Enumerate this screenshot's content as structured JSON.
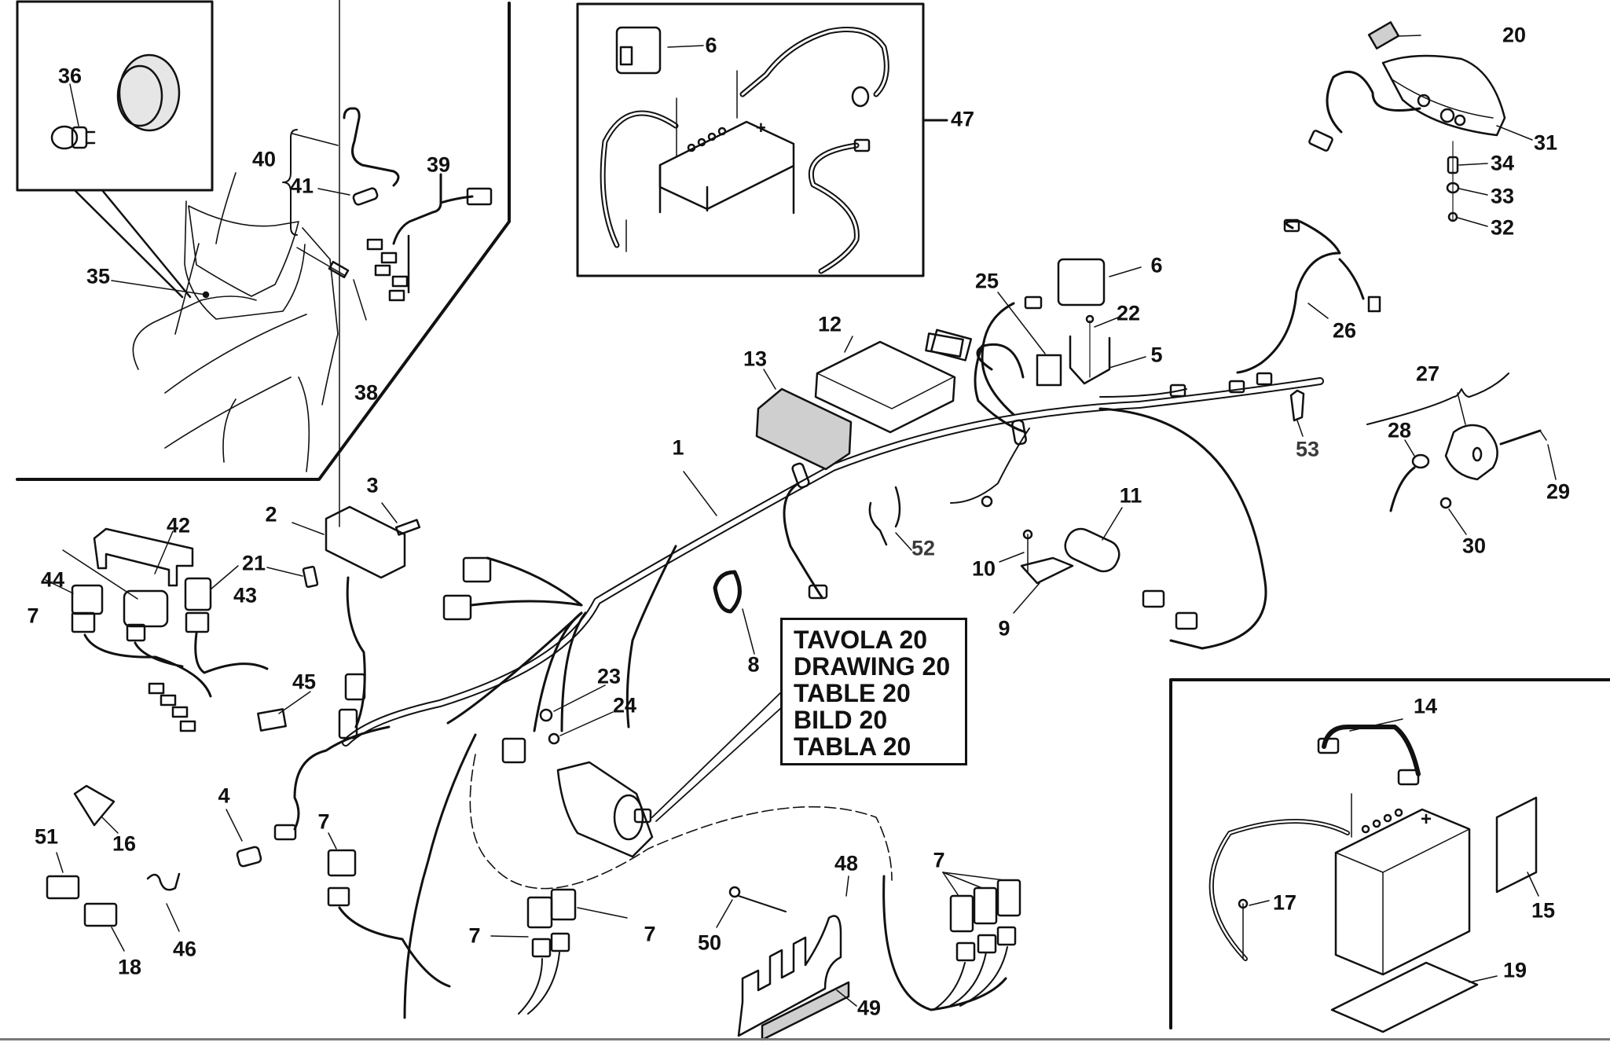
{
  "drawing": {
    "type": "exploded parts diagram",
    "subject": "electrical system / wiring harness",
    "reference_box": [
      "TAVOLA 20",
      "DRAWING 20",
      "TABLE 20",
      "BILD 20",
      "TABLA 20"
    ],
    "insets": {
      "headlight": {
        "part_labels": [
          "36",
          "40",
          "41",
          "39",
          "35",
          "38"
        ]
      },
      "battery_kit": {
        "part_labels": [
          "6",
          "47"
        ]
      },
      "battery": {
        "part_labels": [
          "14",
          "17",
          "15",
          "19"
        ]
      }
    },
    "labels": {
      "p36": "36",
      "p40": "40",
      "p41": "41",
      "p39": "39",
      "p35": "35",
      "p38": "38",
      "p6a": "6",
      "p47": "47",
      "p20": "20",
      "p31": "31",
      "p34": "34",
      "p33": "33",
      "p32": "32",
      "p6b": "6",
      "p25": "25",
      "p22": "22",
      "p5": "5",
      "p26": "26",
      "p12": "12",
      "p13": "13",
      "p1": "1",
      "p27": "27",
      "p28": "28",
      "p53": "53",
      "p29": "29",
      "p30": "30",
      "p3": "3",
      "p2": "2",
      "p42": "42",
      "p11": "11",
      "p52": "52",
      "p21": "21",
      "p44": "44",
      "p10": "10",
      "p43": "43",
      "p7a": "7",
      "p9": "9",
      "p8": "8",
      "p23": "23",
      "p45": "45",
      "p24": "24",
      "p14": "14",
      "p4": "4",
      "p7b": "7",
      "p16": "16",
      "p51": "51",
      "p48": "48",
      "p7c": "7",
      "p17": "17",
      "p15": "15",
      "p7d": "7",
      "p7e": "7",
      "p50": "50",
      "p46": "46",
      "p18": "18",
      "p19": "19",
      "p49": "49"
    },
    "colors": {
      "line": "#111111",
      "part_fill_gray": "#cfcfcf",
      "label_gray": "#3a3a3a",
      "bottom_rule": "#7a7a7a"
    }
  }
}
